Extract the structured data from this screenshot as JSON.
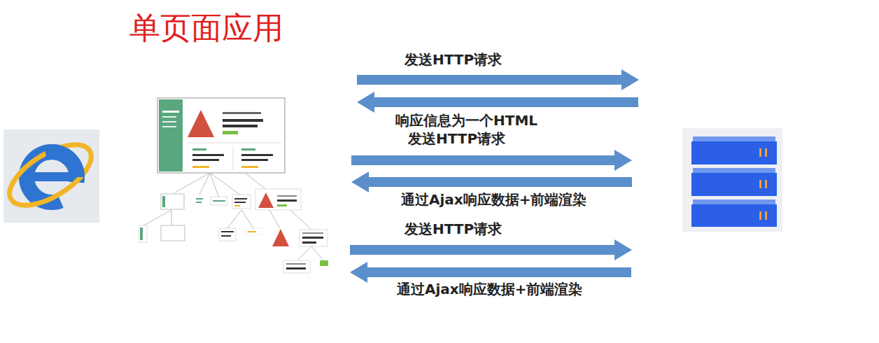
{
  "diagram": {
    "title": "单页面应用",
    "labels": [
      "发送HTTP请求",
      "响应信息为一个HTML",
      "发送HTTP请求",
      "通过Ajax响应数据+前端渲染",
      "发送HTTP请求",
      "通过Ajax响应数据+前端渲染"
    ]
  }
}
